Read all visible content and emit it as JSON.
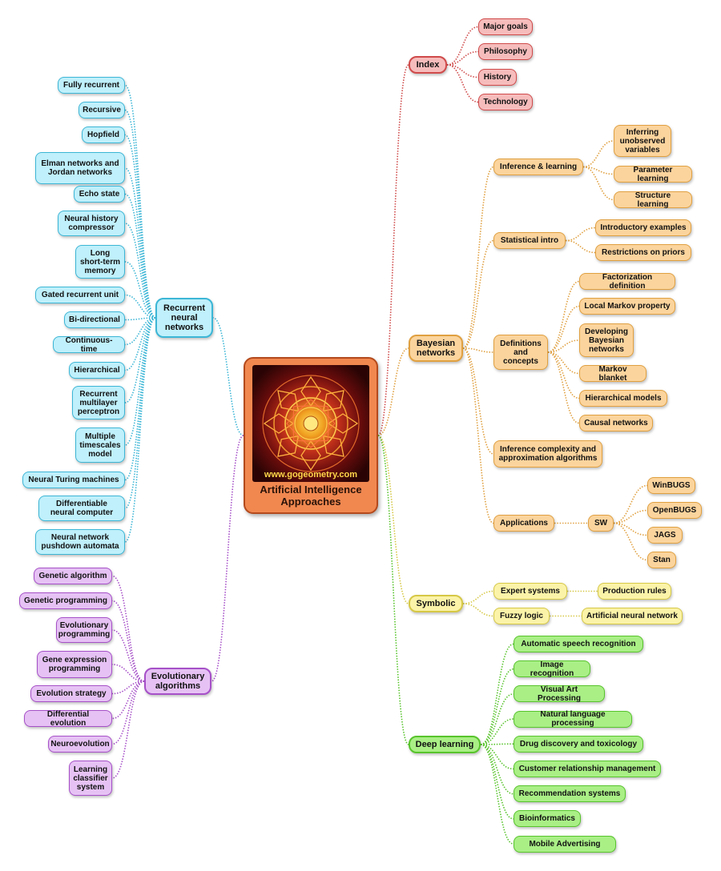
{
  "center": {
    "title_line1": "Artificial Intelligence",
    "title_line2": "Approaches",
    "url": "www.gogeometry.com"
  },
  "theme_colors": {
    "red": "#d04a4a",
    "orange": "#e0a040",
    "yellow": "#d6c846",
    "green": "#58c42c",
    "blue": "#3cb6d6",
    "purple": "#a650c8"
  },
  "index": {
    "label": "Index",
    "children": [
      "Major goals",
      "Philosophy",
      "History",
      "Technology"
    ]
  },
  "bayesian": {
    "label": "Bayesian\nnetworks",
    "inference_learning": {
      "label": "Inference & learning",
      "children": [
        "Inferring\nunobserved\nvariables",
        "Parameter learning",
        "Structure learning"
      ]
    },
    "statistical_intro": {
      "label": "Statistical intro",
      "children": [
        "Introductory examples",
        "Restrictions on priors"
      ]
    },
    "definitions": {
      "label": "Definitions\nand\nconcepts",
      "children": [
        "Factorization definition",
        "Local Markov property",
        "Developing\nBayesian\nnetworks",
        "Markov blanket",
        "Hierarchical models",
        "Causal networks"
      ]
    },
    "inference_complexity": {
      "label": "Inference complexity and\napproximation algorithms"
    },
    "applications": {
      "label": "Applications",
      "sw": {
        "label": "SW",
        "children": [
          "WinBUGS",
          "OpenBUGS",
          "JAGS",
          "Stan"
        ]
      }
    }
  },
  "symbolic": {
    "label": "Symbolic",
    "expert_systems": {
      "label": "Expert systems",
      "child": "Production rules"
    },
    "fuzzy_logic": {
      "label": "Fuzzy logic",
      "child": "Artificial neural network"
    }
  },
  "deep_learning": {
    "label": "Deep learning",
    "children": [
      "Automatic speech recognition",
      "Image recognition",
      "Visual Art Processing",
      "Natural language processing",
      "Drug discovery and toxicology",
      "Customer relationship management",
      "Recommendation systems",
      "Bioinformatics",
      "Mobile Advertising"
    ]
  },
  "rnn": {
    "label": "Recurrent\nneural\nnetworks",
    "children": [
      "Fully recurrent",
      "Recursive",
      "Hopfield",
      "Elman networks and\nJordan networks",
      "Echo state",
      "Neural history\ncompressor",
      "Long\nshort-term\nmemory",
      "Gated recurrent unit",
      "Bi-directional",
      "Continuous-time",
      "Hierarchical",
      "Recurrent\nmultilayer\nperceptron",
      "Multiple\ntimescales\nmodel",
      "Neural Turing machines",
      "Differentiable\nneural computer",
      "Neural network\npushdown automata"
    ]
  },
  "evolutionary": {
    "label": "Evolutionary\nalgorithms",
    "children": [
      "Genetic algorithm",
      "Genetic programming",
      "Evolutionary\nprogramming",
      "Gene expression\nprogramming",
      "Evolution strategy",
      "Differential evolution",
      "Neuroevolution",
      "Learning\nclassifier\nsystem"
    ]
  }
}
